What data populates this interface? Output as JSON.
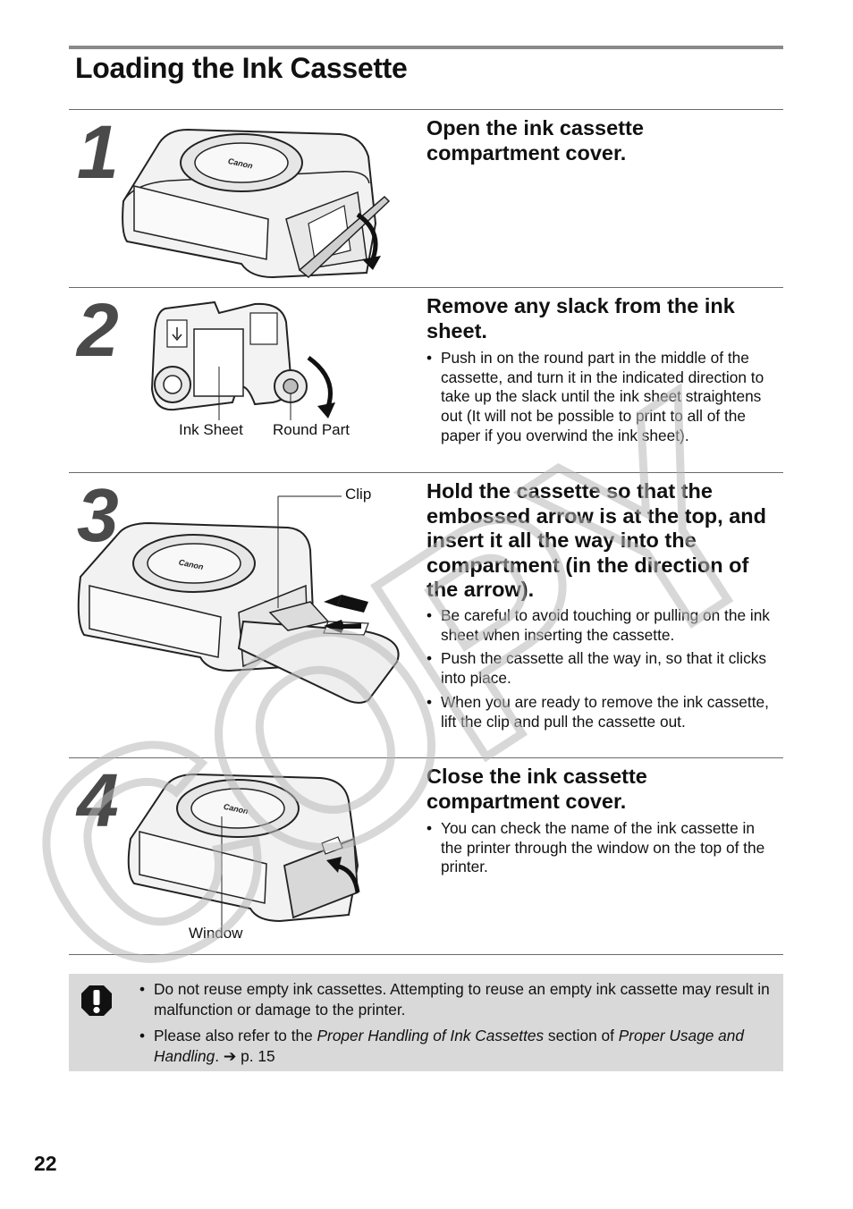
{
  "title": "Loading the Ink Cassette",
  "steps": [
    {
      "number": "1",
      "title": "Open the ink cassette compartment cover.",
      "bullets": []
    },
    {
      "number": "2",
      "title": "Remove any slack from the ink sheet.",
      "bullets": [
        "Push in on the round part in the middle of the cassette, and turn it in the indicated direction to take up the slack until the ink sheet straightens out (It will not be possible to print to all of the paper if you overwind the ink sheet)."
      ],
      "labels": {
        "ink_sheet": "Ink Sheet",
        "round_part": "Round Part"
      }
    },
    {
      "number": "3",
      "title": "Hold the cassette so that the embossed arrow is at the top, and insert it all the way into the compartment (in the direction of the arrow).",
      "bullets": [
        "Be careful to avoid touching or pulling on the ink sheet when inserting the cassette.",
        "Push the cassette all the way in, so that it clicks into place.",
        "When you are ready to remove the ink cassette, lift the clip and pull the cassette out."
      ],
      "labels": {
        "clip": "Clip"
      }
    },
    {
      "number": "4",
      "title": "Close the ink cassette compartment cover.",
      "bullets": [
        "You can check the name of the ink cassette in the printer through the window on the top of the printer."
      ],
      "labels": {
        "window": "Window"
      }
    }
  ],
  "illustration": {
    "brand_mark": "Canon"
  },
  "caution": {
    "icon": "caution-icon",
    "items": [
      {
        "text": "Do not reuse empty ink cassettes. Attempting to reuse an empty ink cassette may result in malfunction or damage to the printer."
      },
      {
        "pre": "Please also refer to the ",
        "italic1": "Proper Handling of Ink Cassettes",
        "mid": " section of ",
        "italic2": "Proper Usage and Handling",
        "post": ". ",
        "arrow": "➔",
        "ref": " p. 15"
      }
    ]
  },
  "page_number": "22",
  "watermark": "COPY",
  "colors": {
    "rule": "#6a6a6a",
    "note_bg": "#d9d9d9",
    "step_number": "#4a4a4a",
    "watermark": "#b8b8b8"
  }
}
